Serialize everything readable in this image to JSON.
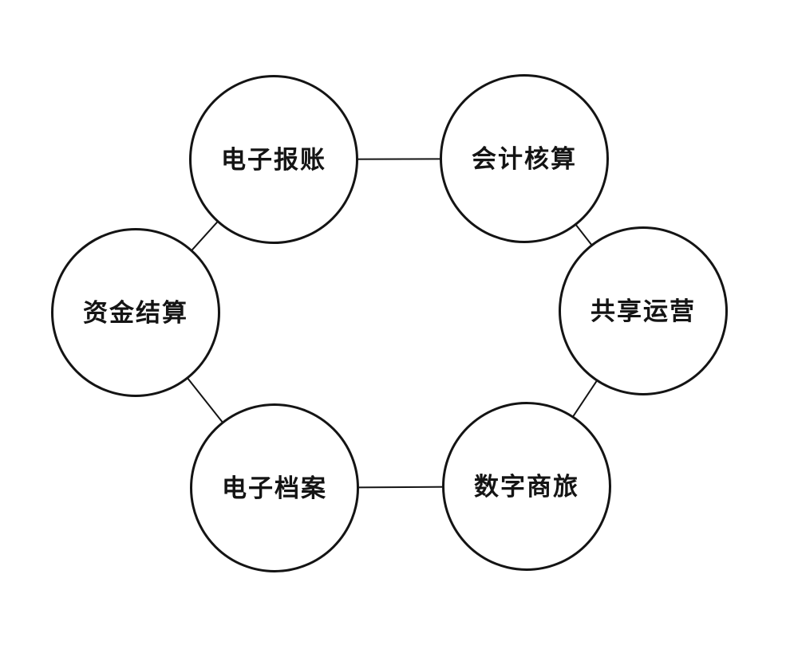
{
  "diagram": {
    "title": "shared-services-ring-diagram",
    "background_color": "#ffffff",
    "stroke_color": "#141414",
    "node_shape": "circle",
    "nodes": [
      {
        "id": "electronic-reimbursement",
        "label": "电子报账",
        "position": "top-left"
      },
      {
        "id": "accounting",
        "label": "会计核算",
        "position": "top-right"
      },
      {
        "id": "shared-operations",
        "label": "共享运营",
        "position": "right"
      },
      {
        "id": "digital-business-travel",
        "label": "数字商旅",
        "position": "bottom-right"
      },
      {
        "id": "electronic-archives",
        "label": "电子档案",
        "position": "bottom-left"
      },
      {
        "id": "fund-settlement",
        "label": "资金结算",
        "position": "left"
      }
    ],
    "edges": [
      {
        "from": "电子报账",
        "to": "会计核算"
      },
      {
        "from": "会计核算",
        "to": "共享运营"
      },
      {
        "from": "共享运营",
        "to": "数字商旅"
      },
      {
        "from": "数字商旅",
        "to": "电子档案"
      },
      {
        "from": "电子档案",
        "to": "资金结算"
      },
      {
        "from": "资金结算",
        "to": "电子报账"
      }
    ]
  }
}
